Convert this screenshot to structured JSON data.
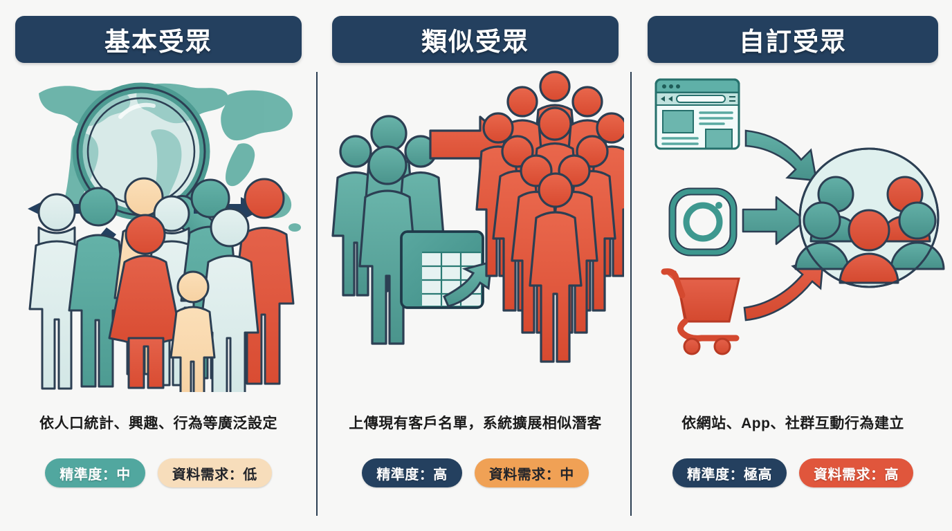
{
  "page": {
    "background_color": "#f7f7f6",
    "type": "three-column comparison infographic",
    "topic": "Audience targeting types"
  },
  "palette": {
    "navy": "#24405f",
    "teal": "#51a79f",
    "teal_dark": "#3f8d86",
    "teal_light": "#d9ecea",
    "red_orange": "#e0563c",
    "peach": "#f7ddbb",
    "orange": "#f0a155",
    "pale_blue": "#dfeeee",
    "outline": "#2c3f53"
  },
  "columns": [
    {
      "id": "basic-audience",
      "header": "基本受眾",
      "caption": "依人口統計、興趣、行為等廣泛設定",
      "illustration": {
        "name": "world-map-magnifier-crowd",
        "elements": [
          "world-map",
          "magnifying-glass",
          "arrows",
          "diverse-crowd"
        ]
      },
      "badges": [
        {
          "label": "精準度：中",
          "style": "teal"
        },
        {
          "label": "資料需求：低",
          "style": "peach"
        }
      ]
    },
    {
      "id": "lookalike-audience",
      "header": "類似受眾",
      "caption": "上傳現有客戶名單，系統擴展相似潛客",
      "illustration": {
        "name": "seed-list-expansion",
        "elements": [
          "small-teal-group",
          "spreadsheet-icon",
          "expand-arrow",
          "large-red-crowd"
        ]
      },
      "badges": [
        {
          "label": "精準度：高",
          "style": "navy"
        },
        {
          "label": "資料需求：中",
          "style": "orange"
        }
      ]
    },
    {
      "id": "custom-audience",
      "header": "自訂受眾",
      "caption": "依網站、App、社群互動行為建立",
      "illustration": {
        "name": "signal-sources-to-audience",
        "elements": [
          "browser-window-icon",
          "social-camera-icon",
          "shopping-cart-icon",
          "arrows",
          "audience-circle"
        ]
      },
      "badges": [
        {
          "label": "精準度：極高",
          "style": "navy"
        },
        {
          "label": "資料需求：高",
          "style": "red"
        }
      ]
    }
  ]
}
